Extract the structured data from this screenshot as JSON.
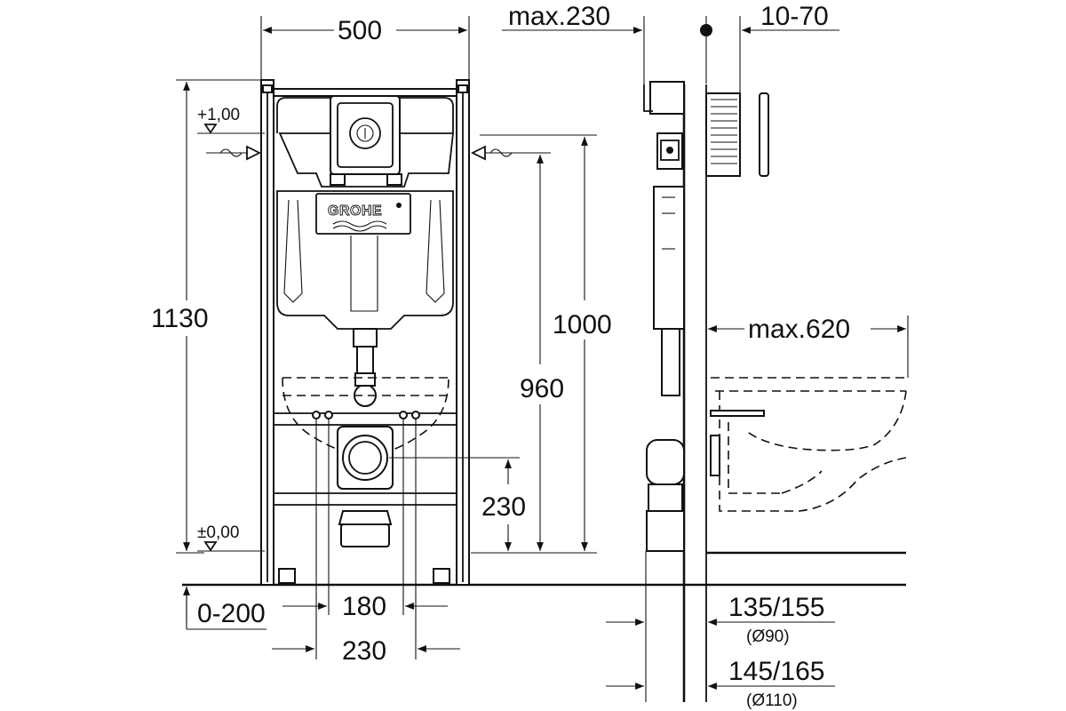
{
  "front_view": {
    "frame_width": "500",
    "total_height": "1130",
    "water_inlet_level": "+1,00",
    "floor_level": "±0,00",
    "flush_height": "1000",
    "bolt_height": "960",
    "drain_height": "230",
    "floor_adjustment": "0-200",
    "bolt_spacing_inner": "180",
    "bolt_spacing_outer": "230",
    "brand_logo": "GROHE"
  },
  "side_view": {
    "max_projection": "max.230",
    "wall_thickness": "10-70",
    "bowl_length": "max.620",
    "outlet_offset_1": "135/155",
    "outlet_dia_1": "(Ø90)",
    "outlet_offset_2": "145/165",
    "outlet_dia_2": "(Ø110)"
  },
  "colors": {
    "line": "#111111",
    "background": "#ffffff"
  }
}
